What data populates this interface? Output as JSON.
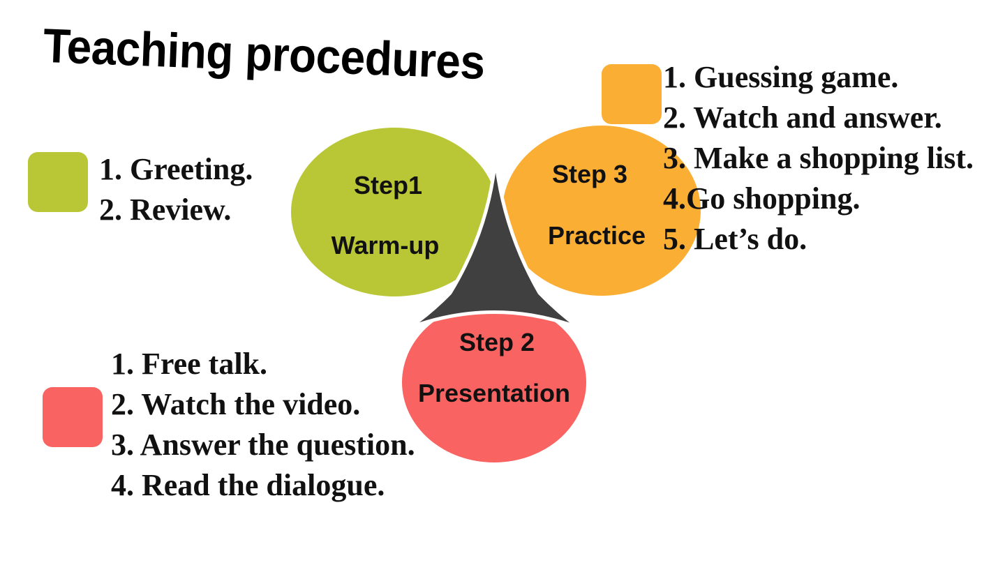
{
  "title": "Teaching procedures",
  "colors": {
    "green": "#B9C736",
    "orange": "#FBAE34",
    "red": "#F96361",
    "dark": "#404040"
  },
  "steps": {
    "step1": {
      "label": "Step1",
      "name": "Warm-up"
    },
    "step2": {
      "label": "Step 2",
      "name": "Presentation"
    },
    "step3": {
      "label": "Step 3",
      "name": "Practice"
    }
  },
  "lists": {
    "warmup": [
      "1. Greeting.",
      "2. Review."
    ],
    "presentation": [
      "1. Free talk.",
      "2. Watch the video.",
      "3. Answer the question.",
      "4. Read the dialogue."
    ],
    "practice": [
      "1. Guessing game.",
      "2. Watch and answer.",
      "3. Make a shopping list.",
      "4.Go shopping.",
      "5. Let’s do."
    ]
  }
}
